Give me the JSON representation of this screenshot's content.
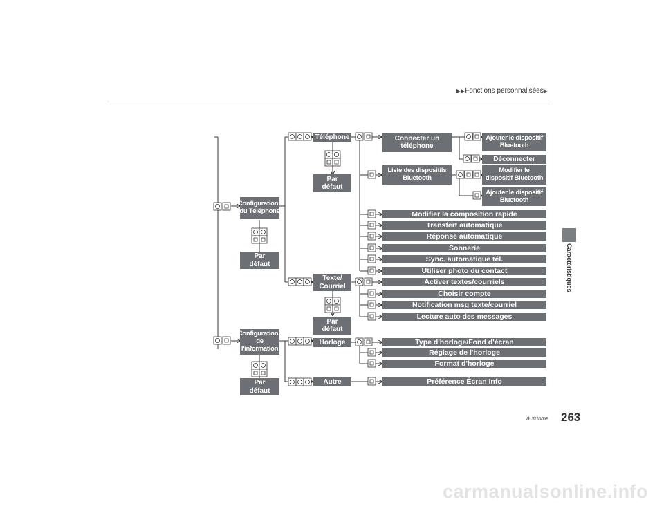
{
  "header": {
    "breadcrumb": "Fonctions personnalisées"
  },
  "side_tab": {
    "label": "Caractéristiques"
  },
  "footer": {
    "continue_label": "à suivre",
    "page_number": "263"
  },
  "watermark": "carmanualsonline.info",
  "diagram": {
    "main_menus": {
      "phone_settings": "Configurations\ndu Téléphone",
      "info_settings": "Configurations\nde\nl'information",
      "default_1": "Par\ndéfaut",
      "default_2": "Par\ndéfaut"
    },
    "groups": {
      "telephone": "Téléphone",
      "telephone_default": "Par\ndéfaut",
      "text_email": "Texte/\nCourriel",
      "text_default": "Par\ndéfaut",
      "clock": "Horloge",
      "other": "Autre"
    },
    "phone_items": {
      "connect_phone": "Connecter un\ntéléphone",
      "add_bt_1": "Ajouter le dispositif\nBluetooth",
      "disconnect": "Déconnecter",
      "bt_list": "Liste des dispositifs\nBluetooth",
      "edit_bt": "Modifier le\ndispositif Bluetooth",
      "add_bt_2": "Ajouter le dispositif\nBluetooth",
      "speed_dial": "Modifier la composition rapide",
      "auto_transfer": "Transfert automatique",
      "auto_answer": "Réponse automatique",
      "ringtone": "Sonnerie",
      "auto_sync": "Sync. automatique tél.",
      "use_photo": "Utiliser photo du contact"
    },
    "text_items": {
      "enable_text": "Activer textes/courriels",
      "select_account": "Choisir compte",
      "notification": "Notification msg texte/courriel",
      "auto_read": "Lecture auto des messages"
    },
    "clock_items": {
      "clock_type": "Type d'horloge/Fond d'écran",
      "clock_adjust": "Réglage de l'horloge",
      "clock_format": "Format d'horloge"
    },
    "other_items": {
      "info_screen": "Préférence Écran Info"
    }
  }
}
